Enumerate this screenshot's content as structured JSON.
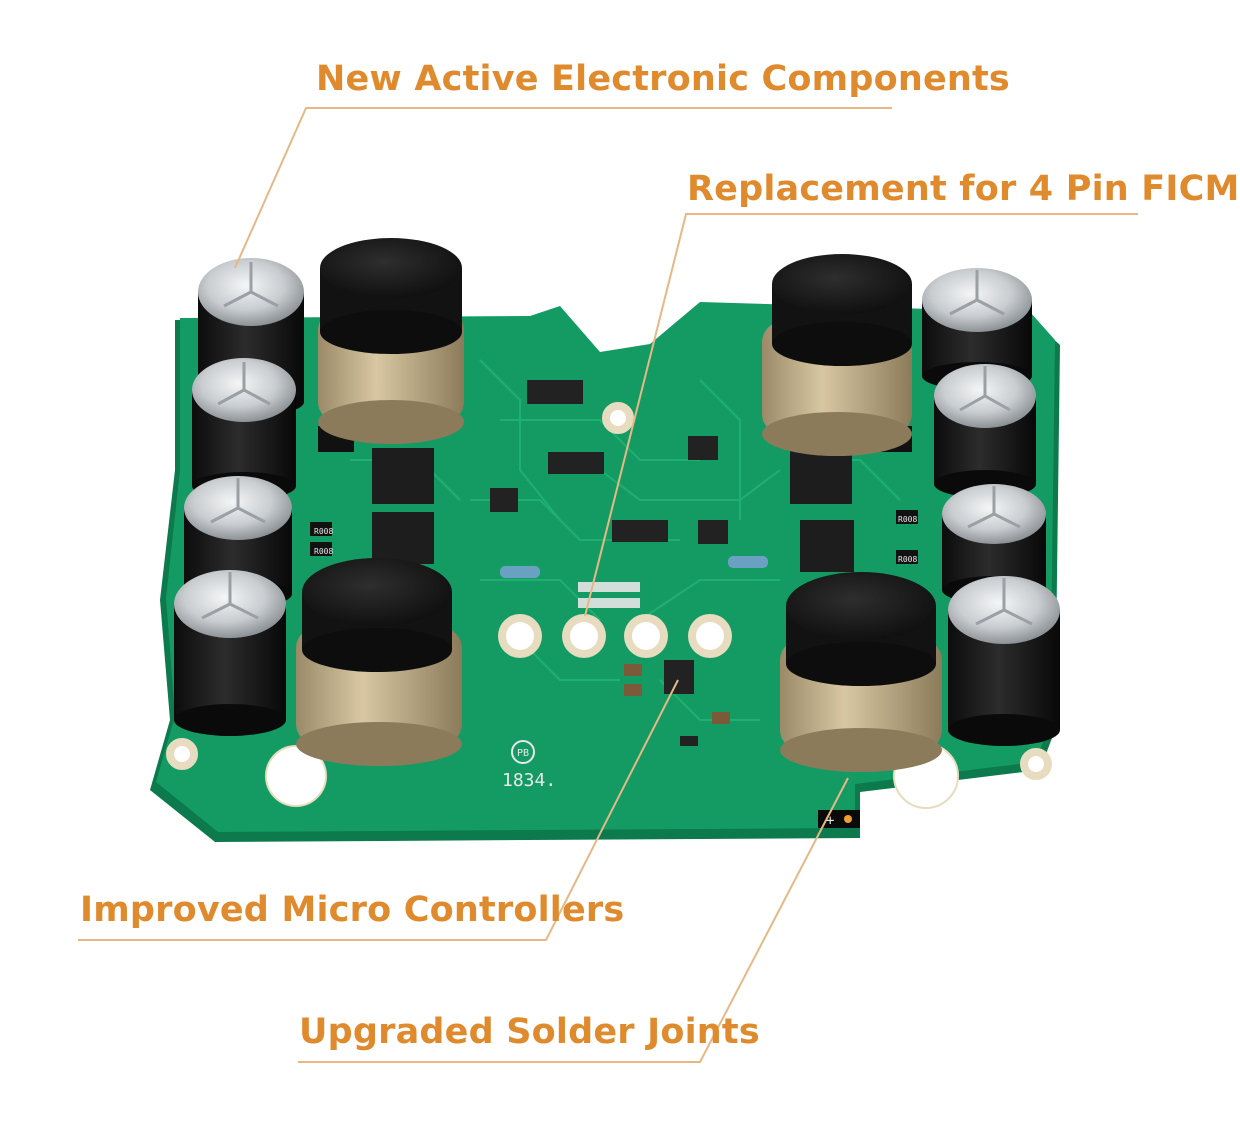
{
  "callouts": {
    "new_components": "New Active Electronic Components",
    "replacement": "Replacement for 4 Pin FICM",
    "micro_controllers": "Improved Micro Controllers",
    "solder_joints": "Upgraded Solder Joints"
  },
  "board": {
    "date_code": "1834.",
    "logo_mark": "PB",
    "resistor_code": "R008"
  },
  "colors": {
    "callout_text": "#e08a2e",
    "leader_line": "#e6b886",
    "pcb_green": "#149b63",
    "pcb_edge": "#0c7a4c",
    "capacitor_body": "#1a1a1a",
    "capacitor_top": "#c9cdd0",
    "inductor_core": "#191919",
    "inductor_winding": "#c9b592",
    "pad_ring": "#e8dcc0"
  }
}
